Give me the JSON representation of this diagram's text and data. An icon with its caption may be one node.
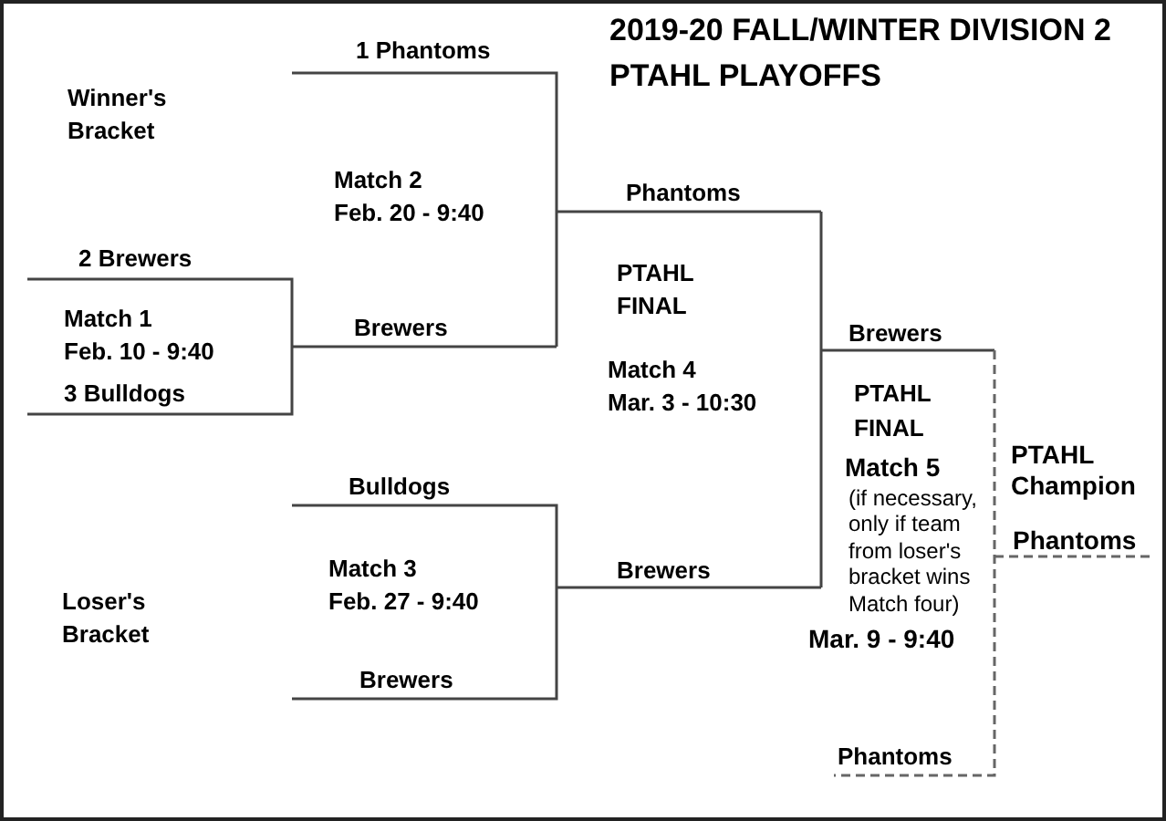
{
  "diagram": {
    "title": "2019-20 FALL/WINTER DIVISION 2 PTAHL PLAYOFFS",
    "labels": [
      "1 Phantoms",
      "Winner's Bracket",
      "Match 2",
      "Phantoms",
      "Feb. 20 - 9:40",
      "2 Brewers",
      "PTAHL FINAL",
      "Match 1",
      "Brewers",
      "Brewers",
      "Feb. 10 - 9:40",
      "Match 4",
      "PTAHL FINAL",
      "3 Bulldogs",
      "Mar. 3 - 10:30",
      "PTAHL Champion",
      "Match 5",
      "Bulldogs",
      "(if necessary, only if team from loser's bracket wins Match four)",
      "Phantoms",
      "Match 3",
      "Brewers",
      "Loser's Bracket",
      "Feb. 27 - 9:40",
      "Mar. 9 - 9:40",
      "Brewers",
      "Phantoms"
    ]
  }
}
